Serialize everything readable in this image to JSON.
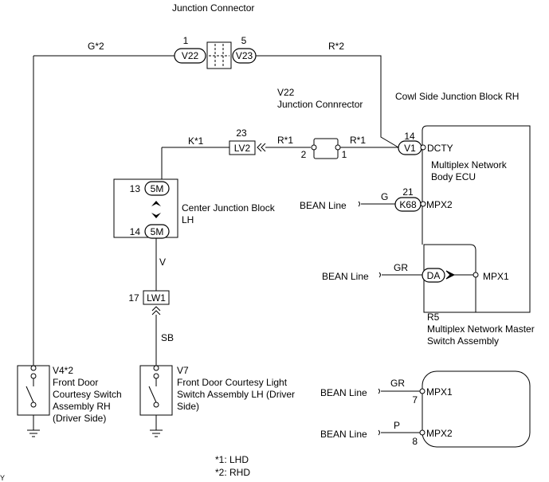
{
  "labels": {
    "junction_connector_title": "Junction Connector",
    "v22_pin": "1",
    "v22": "V22",
    "v23_pin": "5",
    "v23": "V23",
    "wire_g2": "G*2",
    "wire_r2": "R*2",
    "v22_jc_line1": "V22",
    "v22_jc_line2": "Junction Connrector",
    "cowl_title": "Cowl Side Junction Block RH",
    "lv2_pin": "23",
    "lv2": "LV2",
    "wire_k1": "K*1",
    "wire_r1_a": "R*1",
    "wire_r1_b": "R*1",
    "jc_pin_left": "2",
    "jc_pin_right": "1",
    "v1_pin": "14",
    "v1": "V1",
    "dcty": "DCTY",
    "ecu_line1": "Multiplex Network",
    "ecu_line2": "Body ECU",
    "cjb_top_pin": "13",
    "cjb_top": "5M",
    "cjb_bottom_pin": "14",
    "cjb_bottom": "5M",
    "cjb_line1": "Center Junction Block",
    "cjb_line2": "LH",
    "bean_line_1": "BEAN Line",
    "wire_g": "G",
    "k68_pin": "21",
    "k68": "K68",
    "mpx2": "MPX2",
    "wire_v": "V",
    "bean_line_2": "BEAN Line",
    "wire_gr": "GR",
    "da": "DA",
    "mpx1": "MPX1",
    "lw1_pin": "17",
    "lw1": "LW1",
    "wire_sb": "SB",
    "r5": "R5",
    "r5_line1": "Multiplex Network Master",
    "r5_line2": "Switch Assembly",
    "v4": "V4*2",
    "v4_line1": "Front Door",
    "v4_line2": "Courtesy  Switch",
    "v4_line3": "Assembly RH",
    "v4_line4": "(Driver Side)",
    "v7": "V7",
    "v7_line1": "Front Door Courtesy Light",
    "v7_line2": "Switch Assembly LH (Driver",
    "v7_line3": "Side)",
    "bean_line_3": "BEAN Line",
    "wire_gr_2": "GR",
    "sw_pin_7": "7",
    "sw_mpx1": "MPX1",
    "bean_line_4": "BEAN Line",
    "wire_p": "P",
    "sw_pin_8": "8",
    "sw_mpx2": "MPX2",
    "note_1": "*1: LHD",
    "note_2": "*2: RHD",
    "corner_y": "Y"
  }
}
